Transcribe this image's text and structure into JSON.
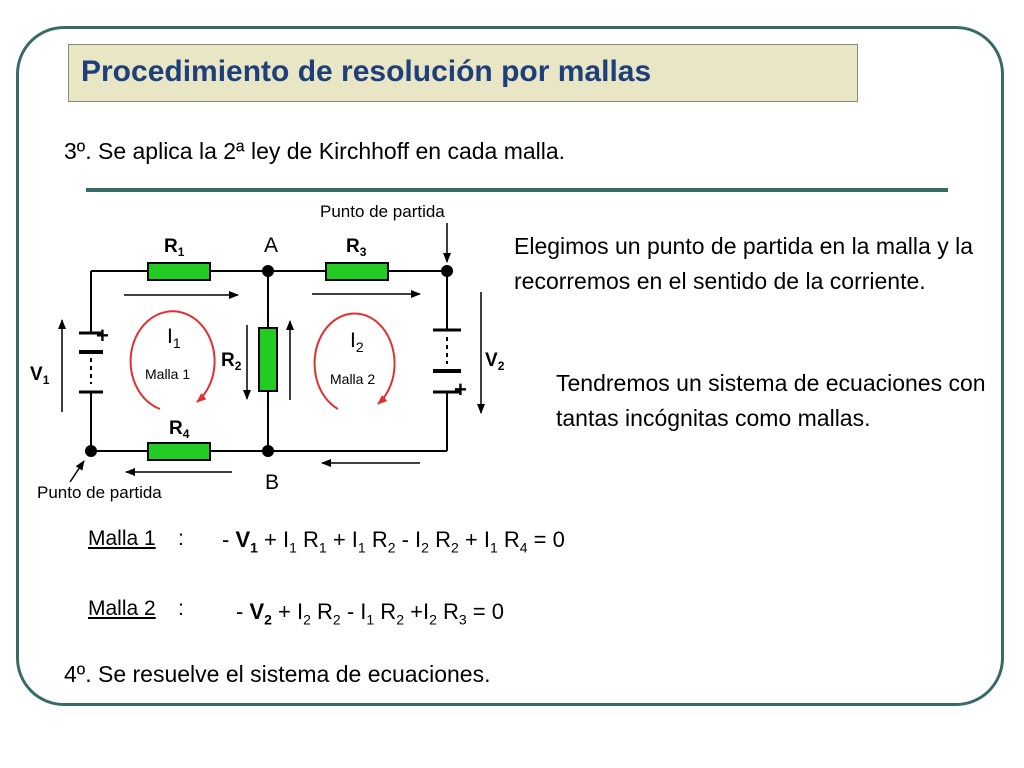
{
  "title": "Procedimiento de resolución por mallas",
  "step3": "3º. Se aplica la 2ª ley de Kirchhoff en cada malla.",
  "step4": "4º. Se resuelve el sistema de ecuaciones.",
  "explanation1": "Elegimos un punto de partida en la malla y la recorremos en el sentido de la corriente.",
  "explanation2": "Tendremos un sistema de ecuaciones con tantas incógnitas como mallas.",
  "circuit": {
    "start_point_top": "Punto de partida",
    "start_point_bottom": "Punto de partida",
    "node_a": "A",
    "node_b": "B",
    "r1": "R",
    "r1_sub": "1",
    "r2": "R",
    "r2_sub": "2",
    "r3": "R",
    "r3_sub": "3",
    "r4": "R",
    "r4_sub": "4",
    "v1": "V",
    "v1_sub": "1",
    "v2": "V",
    "v2_sub": "2",
    "i1": "I",
    "i1_sub": "1",
    "i2": "I",
    "i2_sub": "2",
    "mesh1": "Malla 1",
    "mesh2": "Malla 2",
    "plus": "+",
    "colors": {
      "resistor": "#22cc22",
      "loop": "#e03030",
      "wire": "#000000"
    }
  },
  "equations": {
    "malla1_label": "Malla 1",
    "malla2_label": "Malla 2",
    "colon": ":",
    "eq1": [
      {
        "text": "- ",
        "bold": false
      },
      {
        "text": "V",
        "sub": "1",
        "bold": true
      },
      {
        "text": " + I",
        "sub": "1"
      },
      {
        "text": " R",
        "sub": "1"
      },
      {
        "text": " +  I",
        "sub": "1"
      },
      {
        "text": " R",
        "sub": "2"
      },
      {
        "text": " -  I",
        "sub": "2"
      },
      {
        "text": " R",
        "sub": "2"
      },
      {
        "text": "  +  I",
        "sub": "1"
      },
      {
        "text": " R",
        "sub": "4"
      },
      {
        "text": "  = 0"
      }
    ],
    "eq2": [
      {
        "text": "- ",
        "bold": false
      },
      {
        "text": "V",
        "sub": "2",
        "bold": true
      },
      {
        "text": " + I",
        "sub": "2"
      },
      {
        "text": " R",
        "sub": "2"
      },
      {
        "text": " -   I",
        "sub": "1"
      },
      {
        "text": " R",
        "sub": "2"
      },
      {
        "text": "  +I",
        "sub": "2"
      },
      {
        "text": " R",
        "sub": "3"
      },
      {
        "text": " = 0"
      }
    ]
  }
}
